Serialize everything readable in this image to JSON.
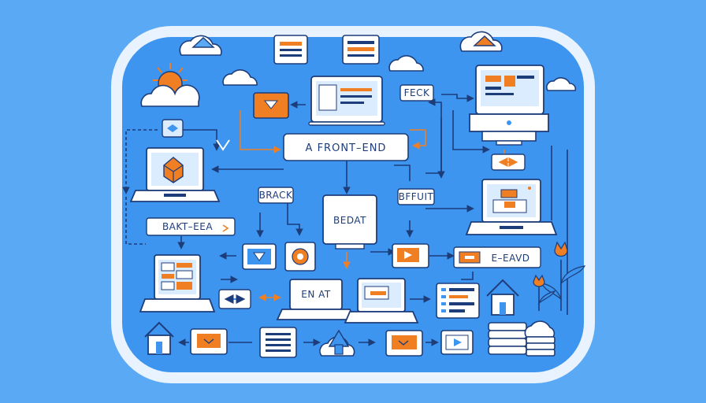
{
  "labels": {
    "front_end": "A FRONT–END",
    "feck": "FECK",
    "brack": "BRACK",
    "bedat": "BEDAT",
    "bffuit": "BFFUIT",
    "bakt_eea": "BAKT–EEA",
    "en_at": "EN AT",
    "e_eavd": "E–EAVD"
  },
  "colors": {
    "background": "#5aa9f5",
    "panel": "#3d95f0",
    "panel_border": "#e9f3ff",
    "outline": "#1d3d7a",
    "accent": "#f07e22",
    "card": "#ffffff"
  }
}
